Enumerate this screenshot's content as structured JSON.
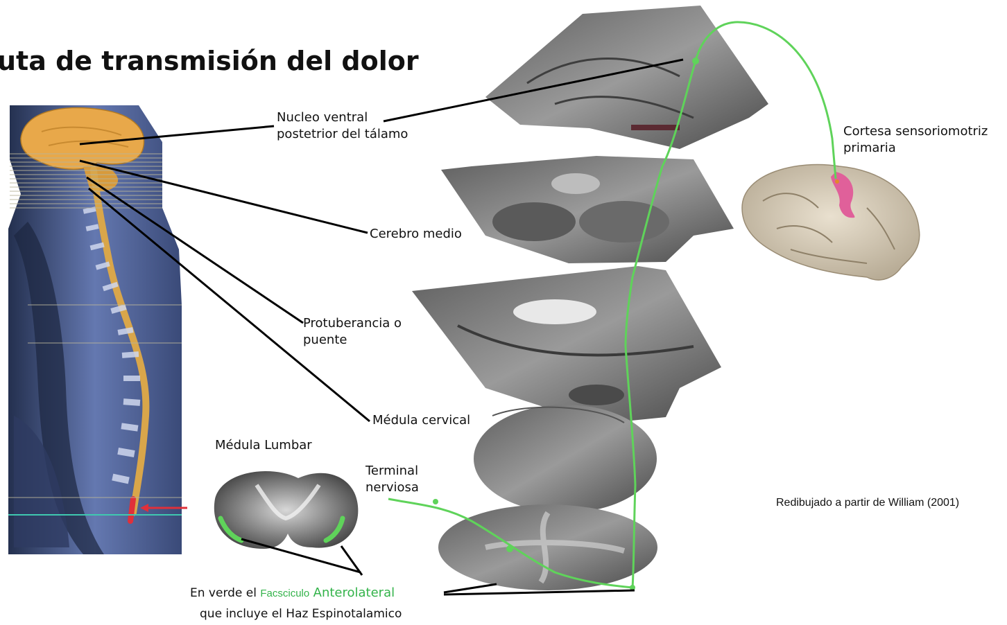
{
  "title": "uta de transmisión del dolor",
  "labels": {
    "nucleo_line1": "Nucleo ventral",
    "nucleo_line2": "postetrior del tálamo",
    "cerebro_medio": "Cerebro medio",
    "protuberancia_line1": "Protuberancia o",
    "protuberancia_line2": "puente",
    "medula_cervical": "Médula cervical",
    "medula_lumbar": "Médula Lumbar",
    "terminal_line1": "Terminal",
    "terminal_line2": "nerviosa",
    "cortesa_line1": "Cortesa sensoriomotriz",
    "cortesa_line2": "primaria"
  },
  "footnote": {
    "prefix": "En verde el",
    "green_small": "Facsciculo",
    "green_large": "Anterolateral",
    "line2": "que incluye el Haz Espinotalamico"
  },
  "credit": "Redibujado a partir de William (2001)",
  "colors": {
    "pathway_green": "#5fd35a",
    "cortex_pink": "#e0609a",
    "brain_orange": "#e8a84a",
    "spine_blue": "#5a6fa8",
    "section_gray": "#8a8a8a",
    "marker_red": "#e0303a",
    "marker_teal": "#3fc9b0"
  }
}
